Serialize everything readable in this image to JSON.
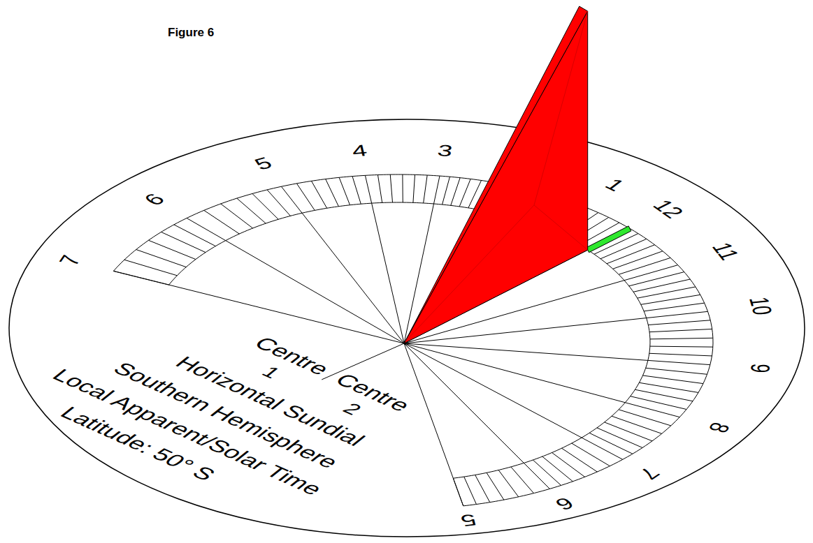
{
  "diagram": {
    "title": "Figure 6",
    "labels": [
      "7",
      "6",
      "5",
      "4",
      "3",
      "1",
      "12",
      "11",
      "10",
      "9",
      "8",
      "7",
      "6",
      "5",
      "Centre",
      "Centre",
      "1",
      "2",
      "Horizontal Sundial",
      "Southern Hemisphere",
      "Local Apparent/Solar Time",
      "Latitude: 50° S"
    ]
  }
}
